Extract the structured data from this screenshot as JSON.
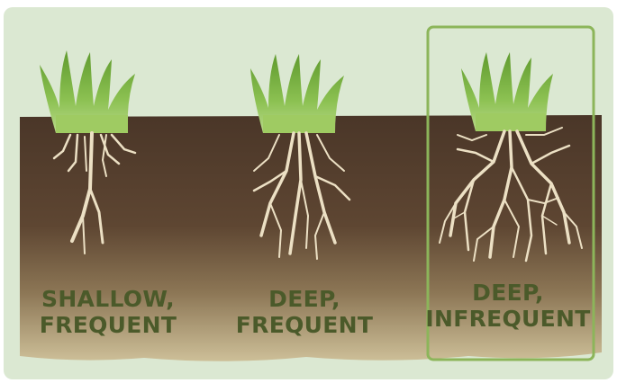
{
  "panels": [
    {
      "line1": "SHALLOW,",
      "line2": "FREQUENT",
      "highlighted": false
    },
    {
      "line1": "DEEP,",
      "line2": "FREQUENT",
      "highlighted": false
    },
    {
      "line1": "DEEP,",
      "line2": "INFREQUENT",
      "highlighted": true
    }
  ],
  "colors": {
    "background": "#dbe8d2",
    "soil_top": "#4a3628",
    "soil_bottom": "#bfae86",
    "grass": "#86b84a",
    "roots": "#ece0c4",
    "label_text": "#4b5a2a",
    "highlight_border": "#8cb55a"
  }
}
